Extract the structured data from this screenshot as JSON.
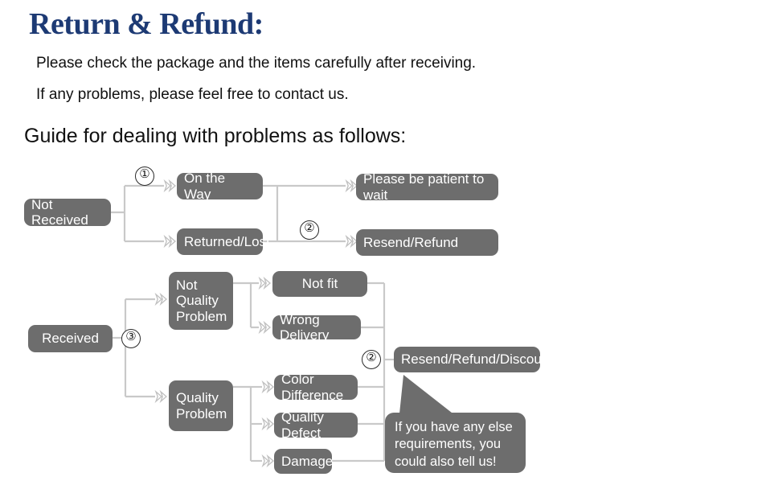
{
  "header": {
    "title": "Return & Refund:",
    "line1": "Please check the package and the items carefully after receiving.",
    "line2": "If any problems, please feel free to contact us.",
    "guide": "Guide for dealing with problems as follows:"
  },
  "flowchart": {
    "type": "flowchart",
    "node_fill": "#6d6d6d",
    "node_text_color": "#ffffff",
    "connector_color": "#c8c8c8",
    "title_color": "#1d3a74",
    "nodes": {
      "not_received": "Not Received",
      "on_the_way": "On the Way",
      "returned_lost": "Returned/Lost",
      "please_wait": "Please be patient to wait",
      "resend_refund": "Resend/Refund",
      "received": "Received",
      "not_quality_problem": "Not\nQuality\nProblem",
      "not_fit": "Not fit",
      "wrong_delivery": "Wrong Delivery",
      "quality_problem": "Quality\nProblem",
      "color_difference": "Color Difference",
      "quality_defect": "Quality Defect",
      "damage": "Damage",
      "resend_refund_discount": "Resend/Refund/Discount"
    },
    "markers": {
      "one": "①",
      "two_top": "②",
      "three": "③",
      "two_bottom": "②"
    },
    "callout": "If you have any else requirements, you could also tell us!"
  }
}
